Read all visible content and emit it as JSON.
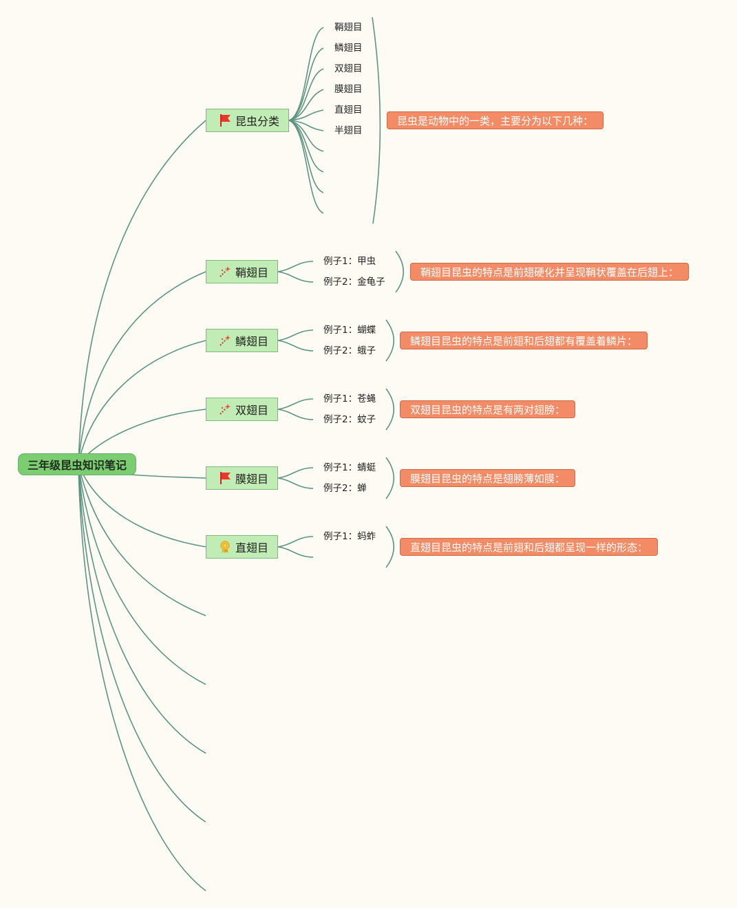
{
  "root": {
    "label": "三年级昆虫知识笔记"
  },
  "colors": {
    "line": "#5d9482",
    "root_fill": "#7ccc72",
    "branch_fill": "#c2ecb5",
    "note_fill": "#f38c66"
  },
  "branches": [
    {
      "label": "昆虫分类",
      "icon": "red-flag-icon",
      "items": [
        "鞘翅目",
        "鳞翅目",
        "双翅目",
        "膜翅目",
        "直翅目",
        "半翅目"
      ],
      "note": "昆虫是动物中的一类，主要分为以下几种："
    },
    {
      "label": "鞘翅目",
      "icon": "sparkle-wand-icon",
      "items": [
        "例子1：甲虫",
        "例子2：金龟子"
      ],
      "note": "鞘翅目昆虫的特点是前翅硬化并呈现鞘状覆盖在后翅上："
    },
    {
      "label": "鳞翅目",
      "icon": "sparkle-wand-icon",
      "items": [
        "例子1：蝴蝶",
        "例子2：蛾子"
      ],
      "note": "鳞翅目昆虫的特点是前翅和后翅都有覆盖着鳞片："
    },
    {
      "label": "双翅目",
      "icon": "sparkle-wand-icon",
      "items": [
        "例子1：苍蝇",
        "例子2：蚊子"
      ],
      "note": "双翅目昆虫的特点是有两对翅膀："
    },
    {
      "label": "膜翅目",
      "icon": "red-flag-icon",
      "items": [
        "例子1：蜻蜓",
        "例子2：蝉"
      ],
      "note": "膜翅目昆虫的特点是翅膀薄如膜："
    },
    {
      "label": "直翅目",
      "icon": "award-medal-icon",
      "items": [
        "例子1：蚂蚱"
      ],
      "note": "直翅目昆虫的特点是前翅和后翅都呈现一样的形态："
    }
  ]
}
